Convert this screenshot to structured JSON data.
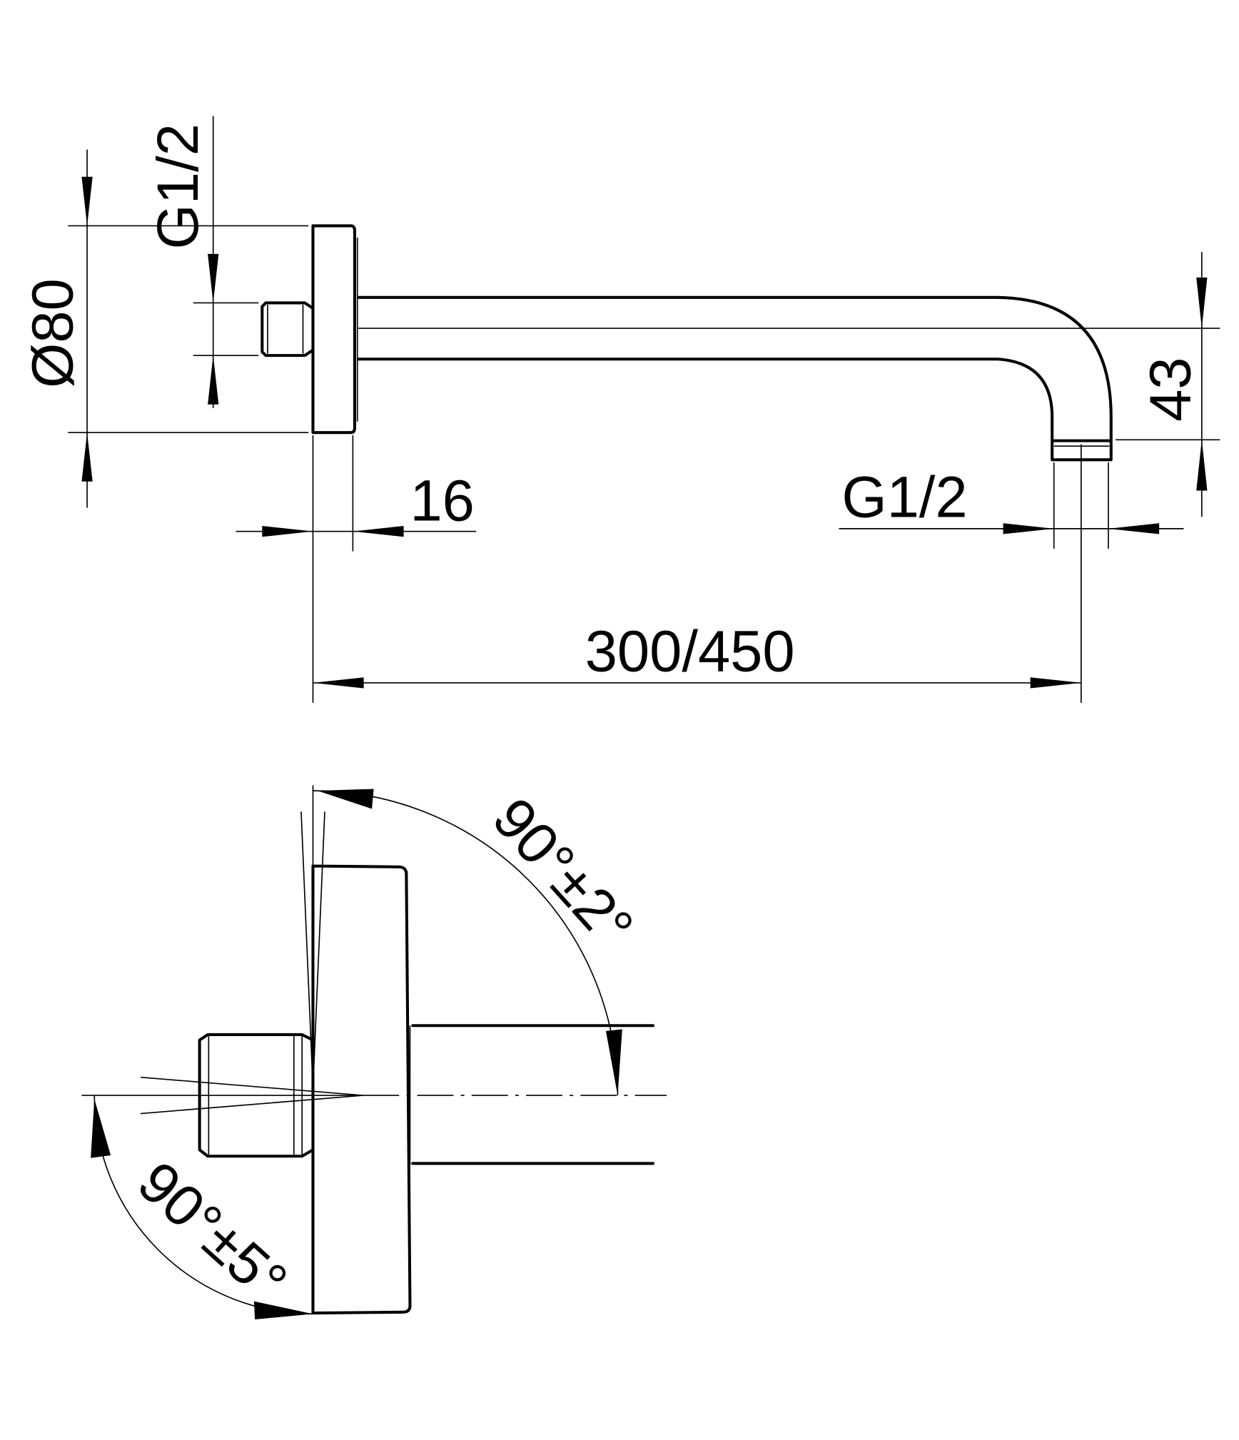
{
  "drawing": {
    "title": "Shower arm technical drawing",
    "side_view": {
      "flange_diameter": "Ø80",
      "inlet_thread": "G1/2",
      "flange_thickness": "16",
      "outlet_thread": "G1/2",
      "drop_height": "43",
      "arm_length": "300/450"
    },
    "detail_view": {
      "flange_angle": "90°±2°",
      "thread_angle": "90°±5°"
    }
  }
}
